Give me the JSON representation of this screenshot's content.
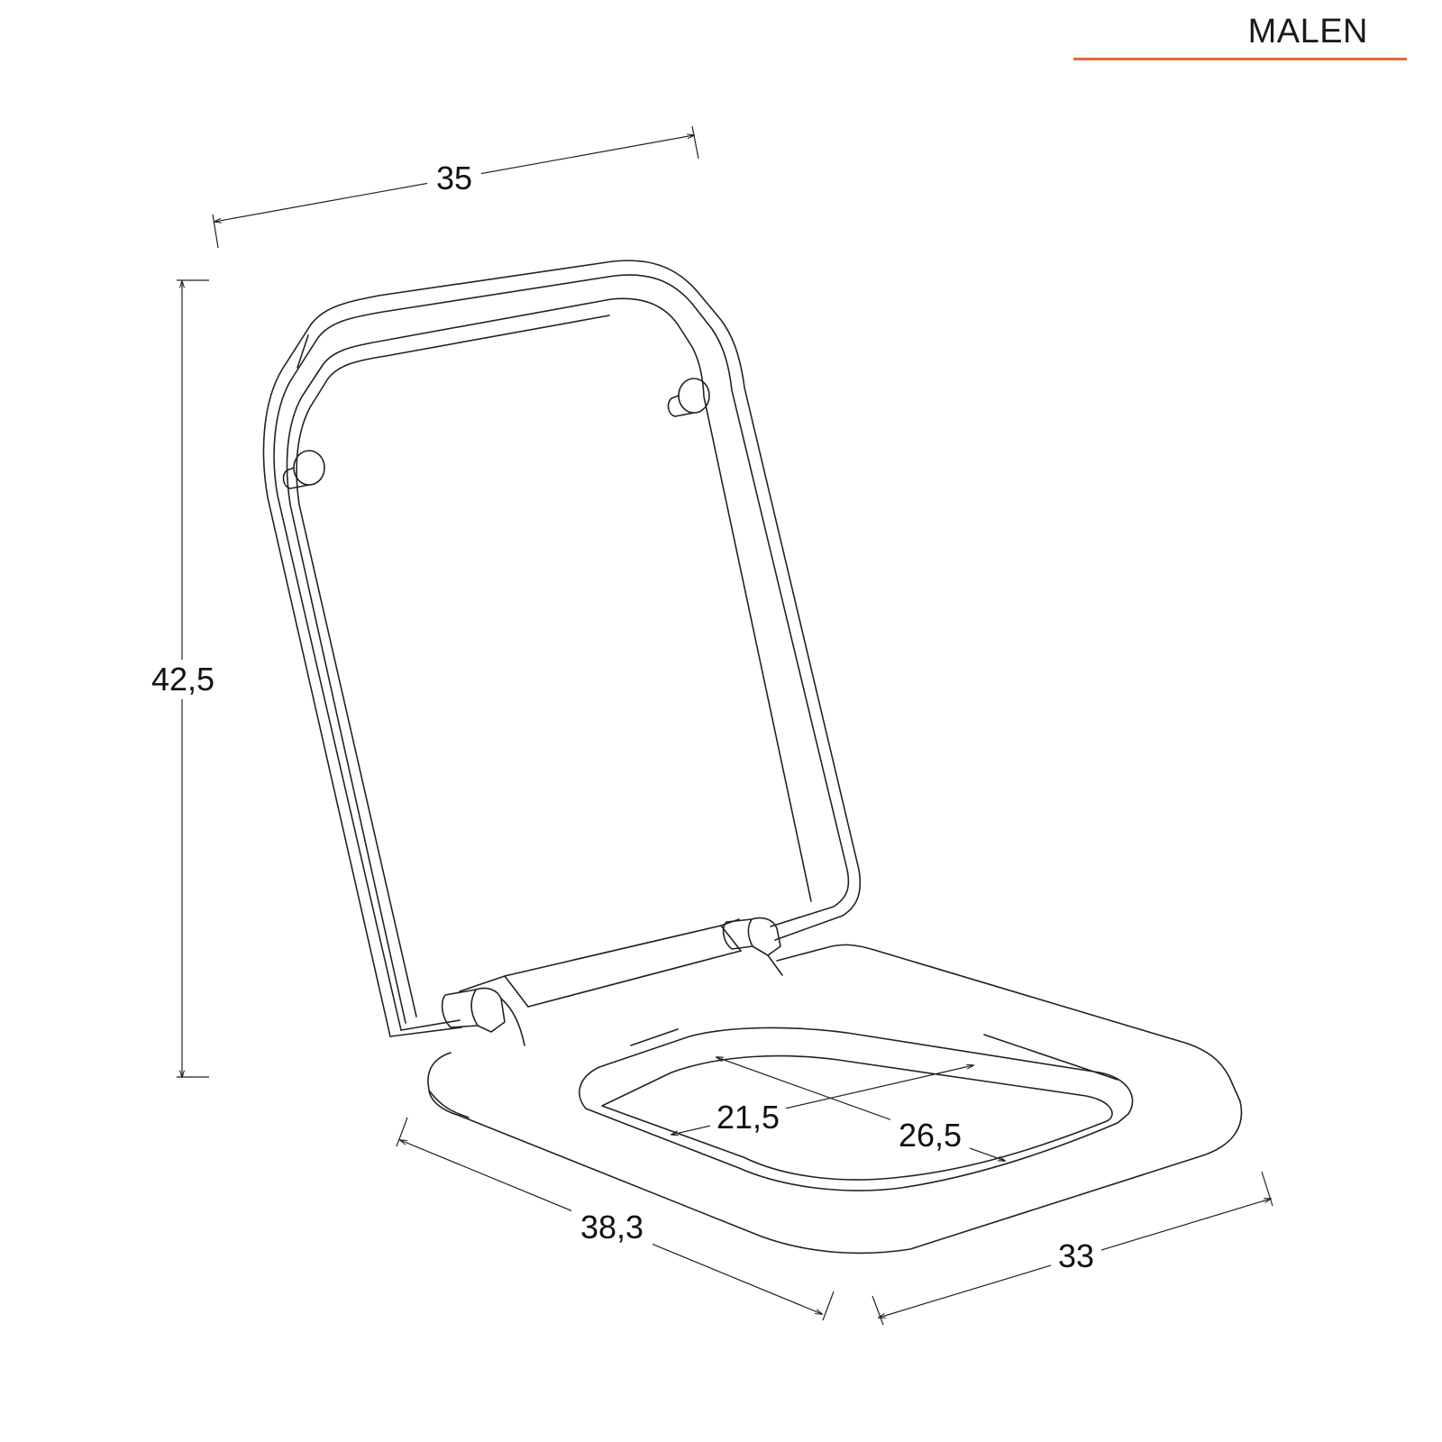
{
  "brand": {
    "name": "MALEN",
    "accent_color": "#e06a3a"
  },
  "dimensions": {
    "lid_width": "35",
    "lid_height": "42,5",
    "seat_length": "38,3",
    "seat_width": "33",
    "opening_width": "21,5",
    "opening_length": "26,5"
  }
}
